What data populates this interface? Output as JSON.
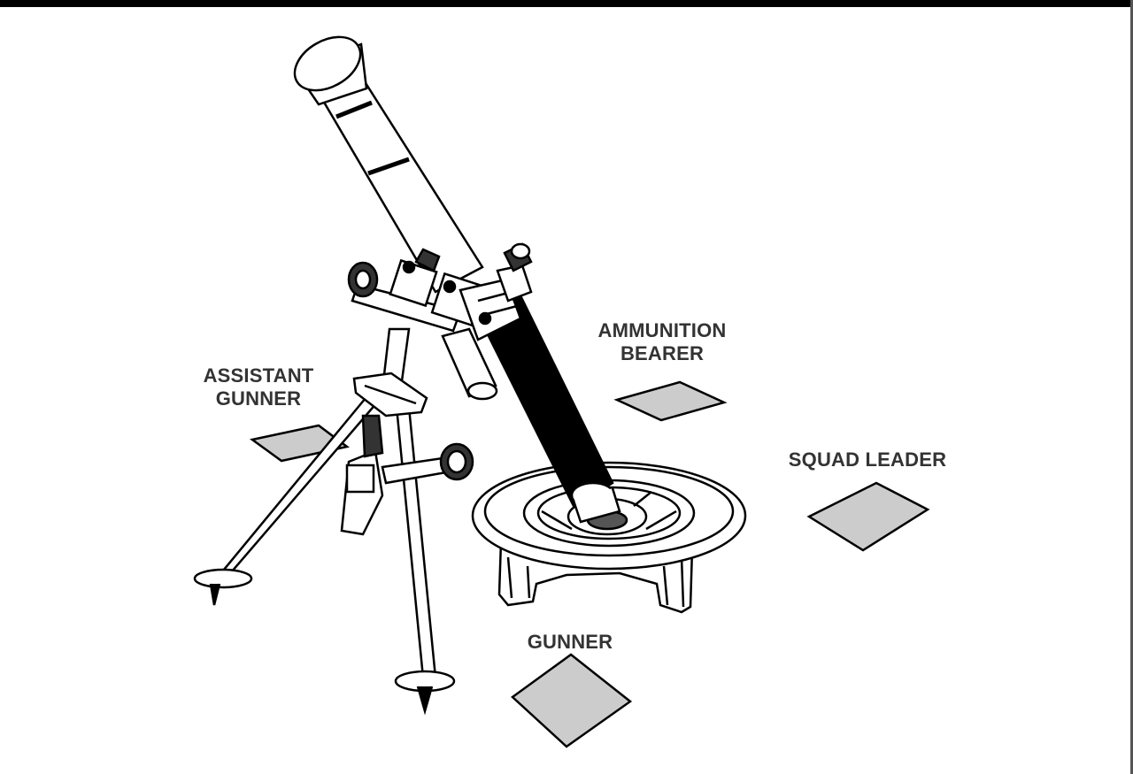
{
  "labels": {
    "assistant_gunner": [
      "ASSISTANT",
      "GUNNER"
    ],
    "ammunition_bearer": [
      "AMMUNITION",
      "BEARER"
    ],
    "squad_leader": "SQUAD LEADER",
    "gunner": "GUNNER"
  },
  "colors": {
    "position_marker_fill": "#cccccc",
    "outline": "#000000",
    "label_text": "#333333"
  }
}
